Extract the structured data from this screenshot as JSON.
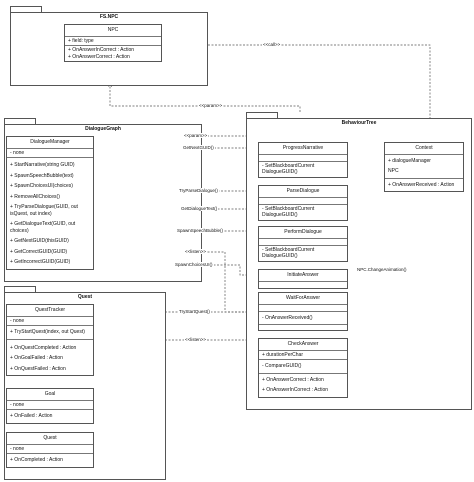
{
  "packages": {
    "fs_npc": "FS.NPC",
    "dialogue_graph": "DialogueGraph",
    "quest": "Quest",
    "behaviour_tree": "BehaviourTree"
  },
  "classes": {
    "npc": {
      "name": "NPC",
      "fields": [
        "+ field: type"
      ],
      "members": [
        "+ OnAnswerInCorrect : Action",
        "+ OnAnswerCorrect : Action"
      ]
    },
    "dialogue_manager": {
      "name": "DialogueManager",
      "fields": [
        "- none"
      ],
      "methods": [
        "+ StartNarrative(string GUID)",
        "+ SpawnSpeechBubble(text)",
        "+ SpawnChoicesUI(choices)",
        "+ RemoveAllChoices()",
        "+ TryParseDialogue(GUID, out isQuest, out index)",
        "+ GetDialogueText(GUID, out choices)",
        "+ GetNextGUID(thisGUID)",
        "+ GetCorrectGUID(GUID)",
        "+ GetIncorrectGUID(GUID)"
      ]
    },
    "quest_tracker": {
      "name": "QuestTracker",
      "fields": [
        "- none"
      ],
      "methods": [
        "+ TryStartQuest(index, out Quest)"
      ],
      "events": [
        "+ OnQuestCompleted : Action",
        "+ OnGoalFailed : Action",
        "+ OnQuestFailed : Action"
      ]
    },
    "goal": {
      "name": "Goal",
      "fields": [
        "- none"
      ],
      "events": [
        "+ OnFailed : Action"
      ]
    },
    "quest": {
      "name": "Quest",
      "fields": [
        "- none"
      ],
      "events": [
        "+ OnCompleted : Action"
      ]
    },
    "progress_narrative": {
      "name": "ProgressNarrative",
      "ops": [
        "- SetBlackboardCurrent",
        "DialogueGUID()"
      ]
    },
    "parse_dialogue": {
      "name": "ParseDialogue",
      "ops": [
        "- SetBlackboardCurrent",
        "DialogueGUID()"
      ]
    },
    "perform_dialogue": {
      "name": "PerformDialogue",
      "ops": [
        "- SetBlackboardCurrent",
        "DialogueGUID()"
      ]
    },
    "initiate_answer": {
      "name": "InitiateAnswer"
    },
    "wait_for_answer": {
      "name": "WaitForAnswer",
      "ops": [
        "- OnAnswerReceived()"
      ]
    },
    "check_answer": {
      "name": "CheckAnswer",
      "fields": [
        "+ durationPerChar"
      ],
      "ops": [
        "- CompareGUID()"
      ],
      "events": [
        "+ OnAnswerCorrect : Action",
        "+ OnAnswerInCorrect : Action"
      ]
    },
    "context": {
      "name": "Context",
      "fields": [
        "+ dialogueManager",
        "NPC"
      ],
      "events": [
        "+ OnAnswerReceived : Action"
      ]
    }
  },
  "edges": {
    "call": "<<call>>",
    "param_top": "<<param>>",
    "param": "<<param>>",
    "get_next_guid": "GetNextGUID()",
    "try_parse_dialogue": "TryParseDialogue()",
    "get_dialogue_text": "GetDialogueText()",
    "spawn_speech_bubble": "SpawnSpeechBubble()",
    "spawn_choices_ui": "SpawnChoicesUI()",
    "listen_1": "<<listen>>",
    "try_start_quest": "TryStartQuest()",
    "listen_2": "<<listen>>",
    "npc_change_animation": "NPC.ChangeAnimation()"
  }
}
